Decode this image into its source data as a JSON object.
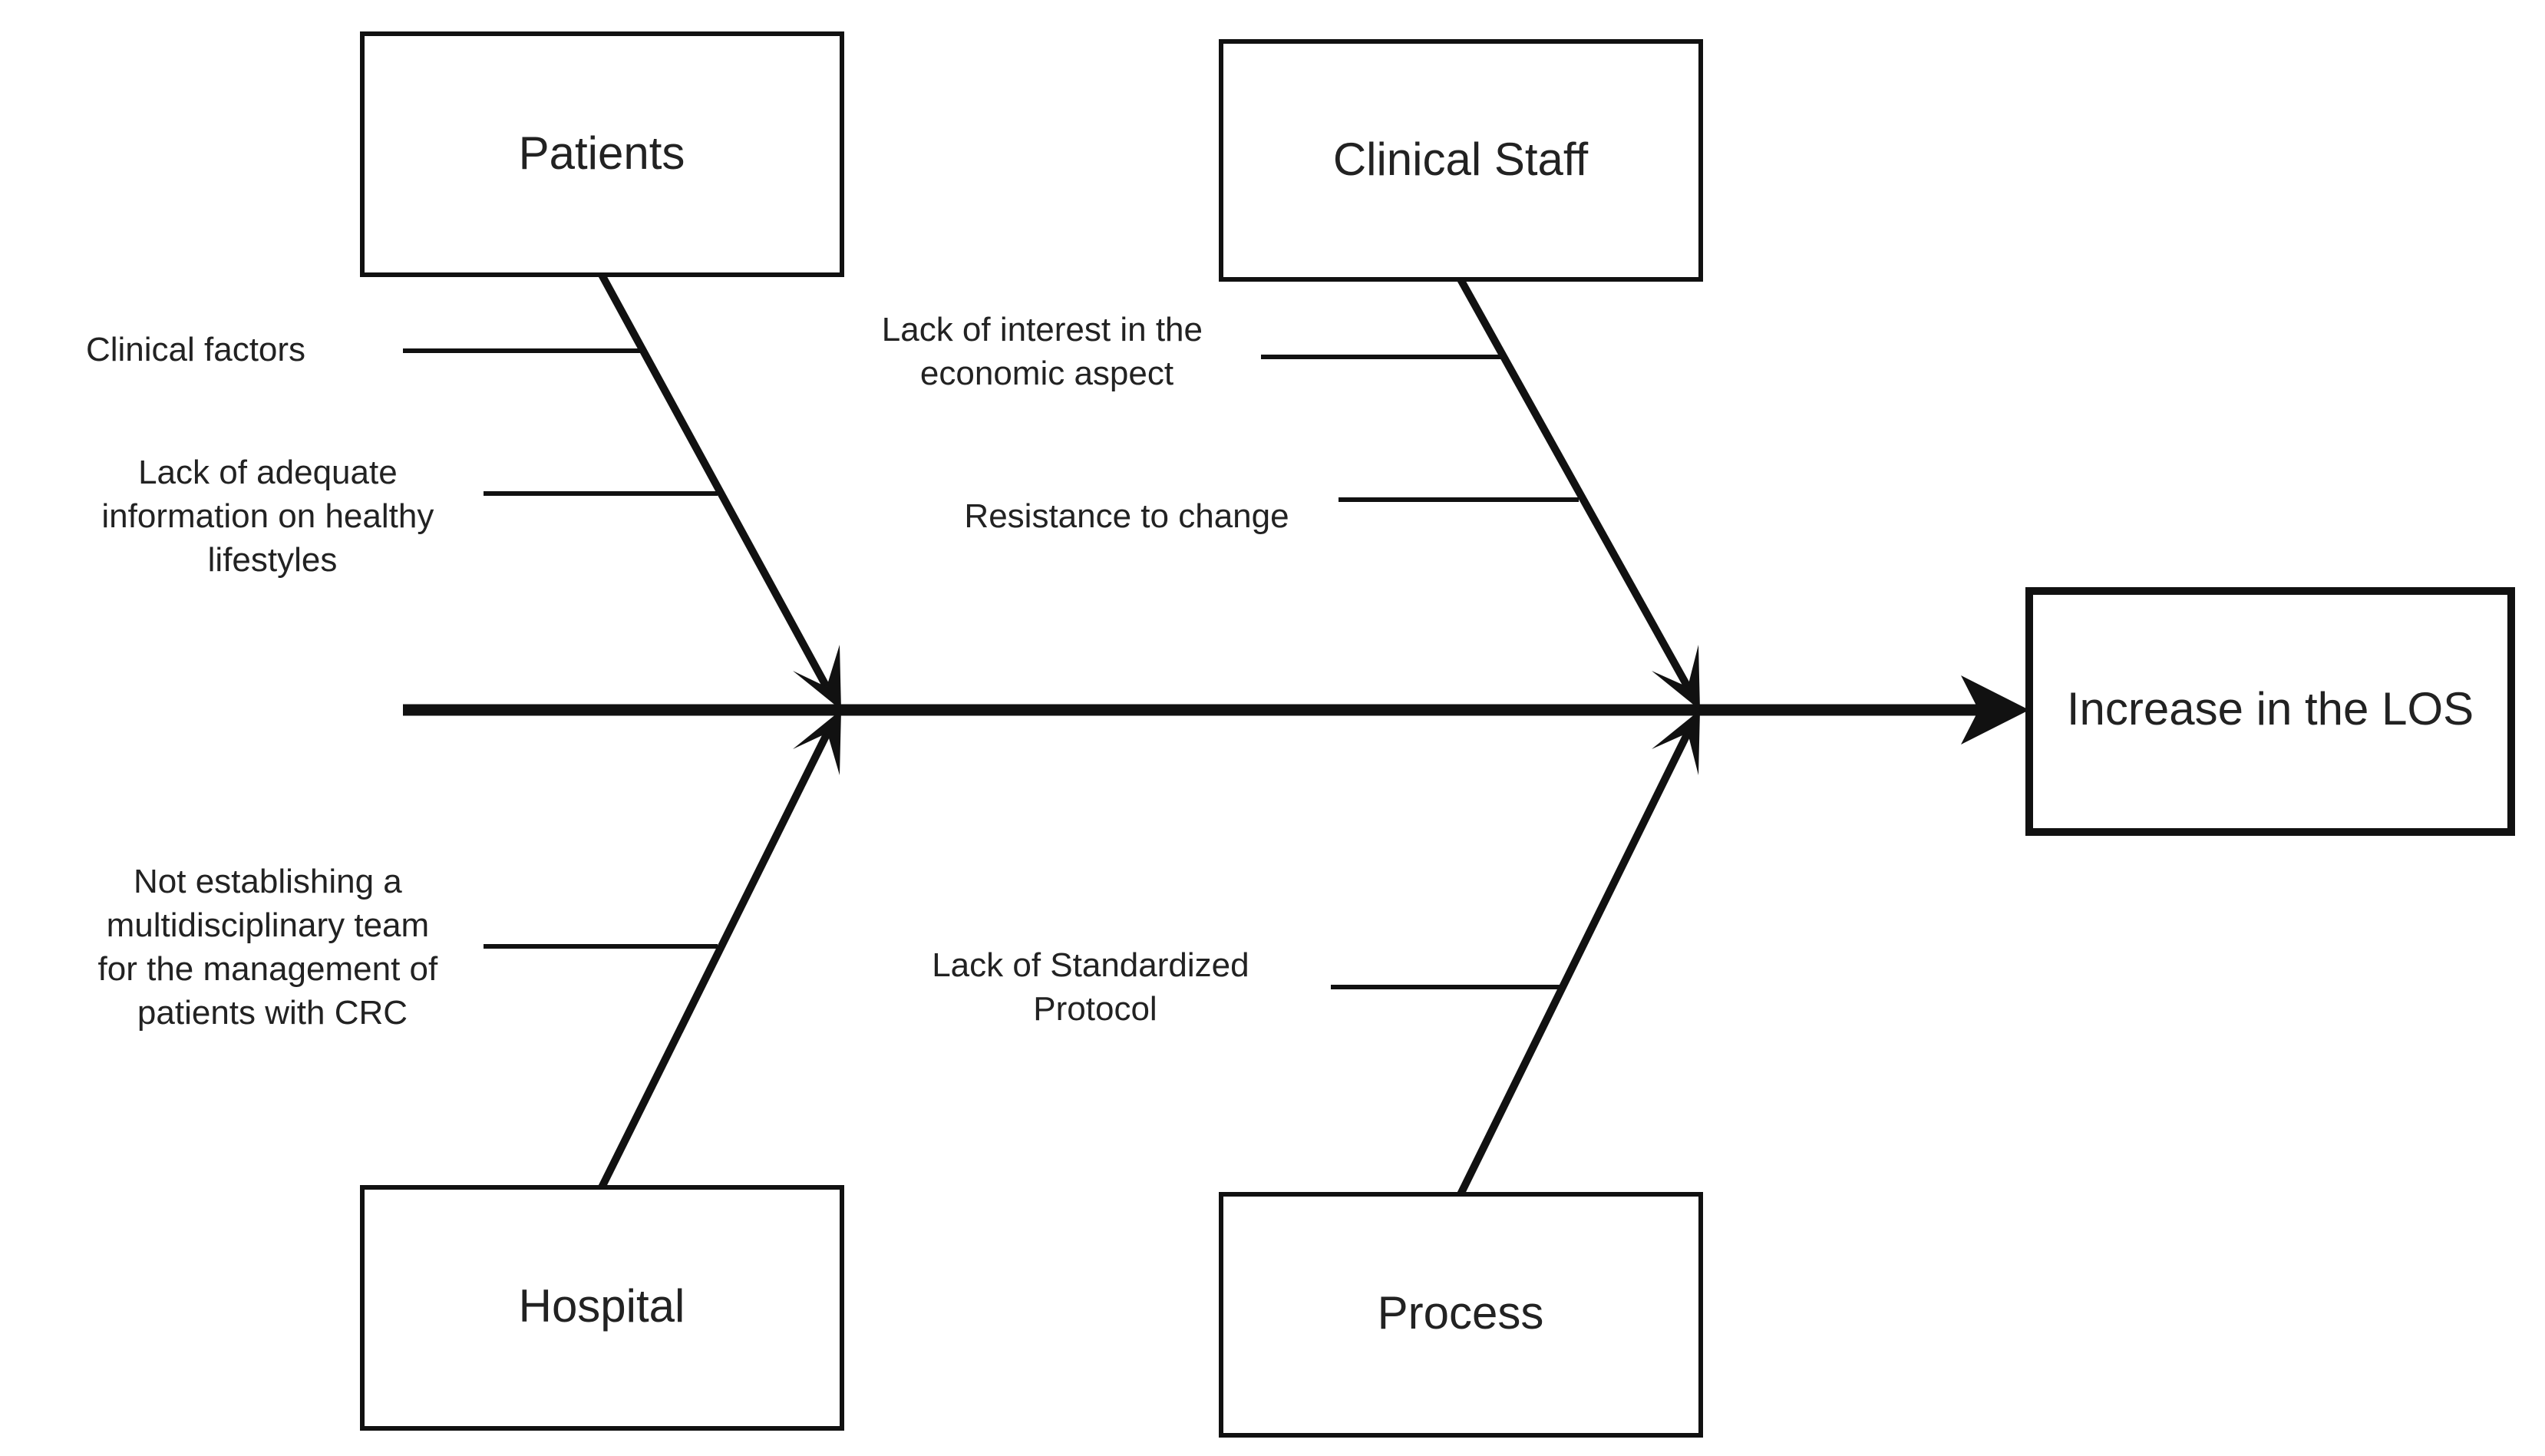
{
  "diagram": {
    "type": "fishbone",
    "effect": "Increase in the LOS",
    "categories": [
      {
        "id": "patients",
        "label": "Patients",
        "causes": [
          [
            "Clinical factors"
          ],
          [
            "Lack of adequate",
            "information on healthy",
            "lifestyles"
          ]
        ]
      },
      {
        "id": "clinical-staff",
        "label": "Clinical Staff",
        "causes": [
          [
            "Lack of interest in the",
            "economic aspect"
          ],
          [
            "Resistance to change"
          ]
        ]
      },
      {
        "id": "hospital",
        "label": "Hospital",
        "causes": [
          [
            "Not establishing a",
            "multidisciplinary team",
            "for the management of",
            "patients with CRC"
          ]
        ]
      },
      {
        "id": "process",
        "label": "Process",
        "causes": [
          [
            "Lack of Standardized",
            "Protocol"
          ]
        ]
      }
    ]
  }
}
